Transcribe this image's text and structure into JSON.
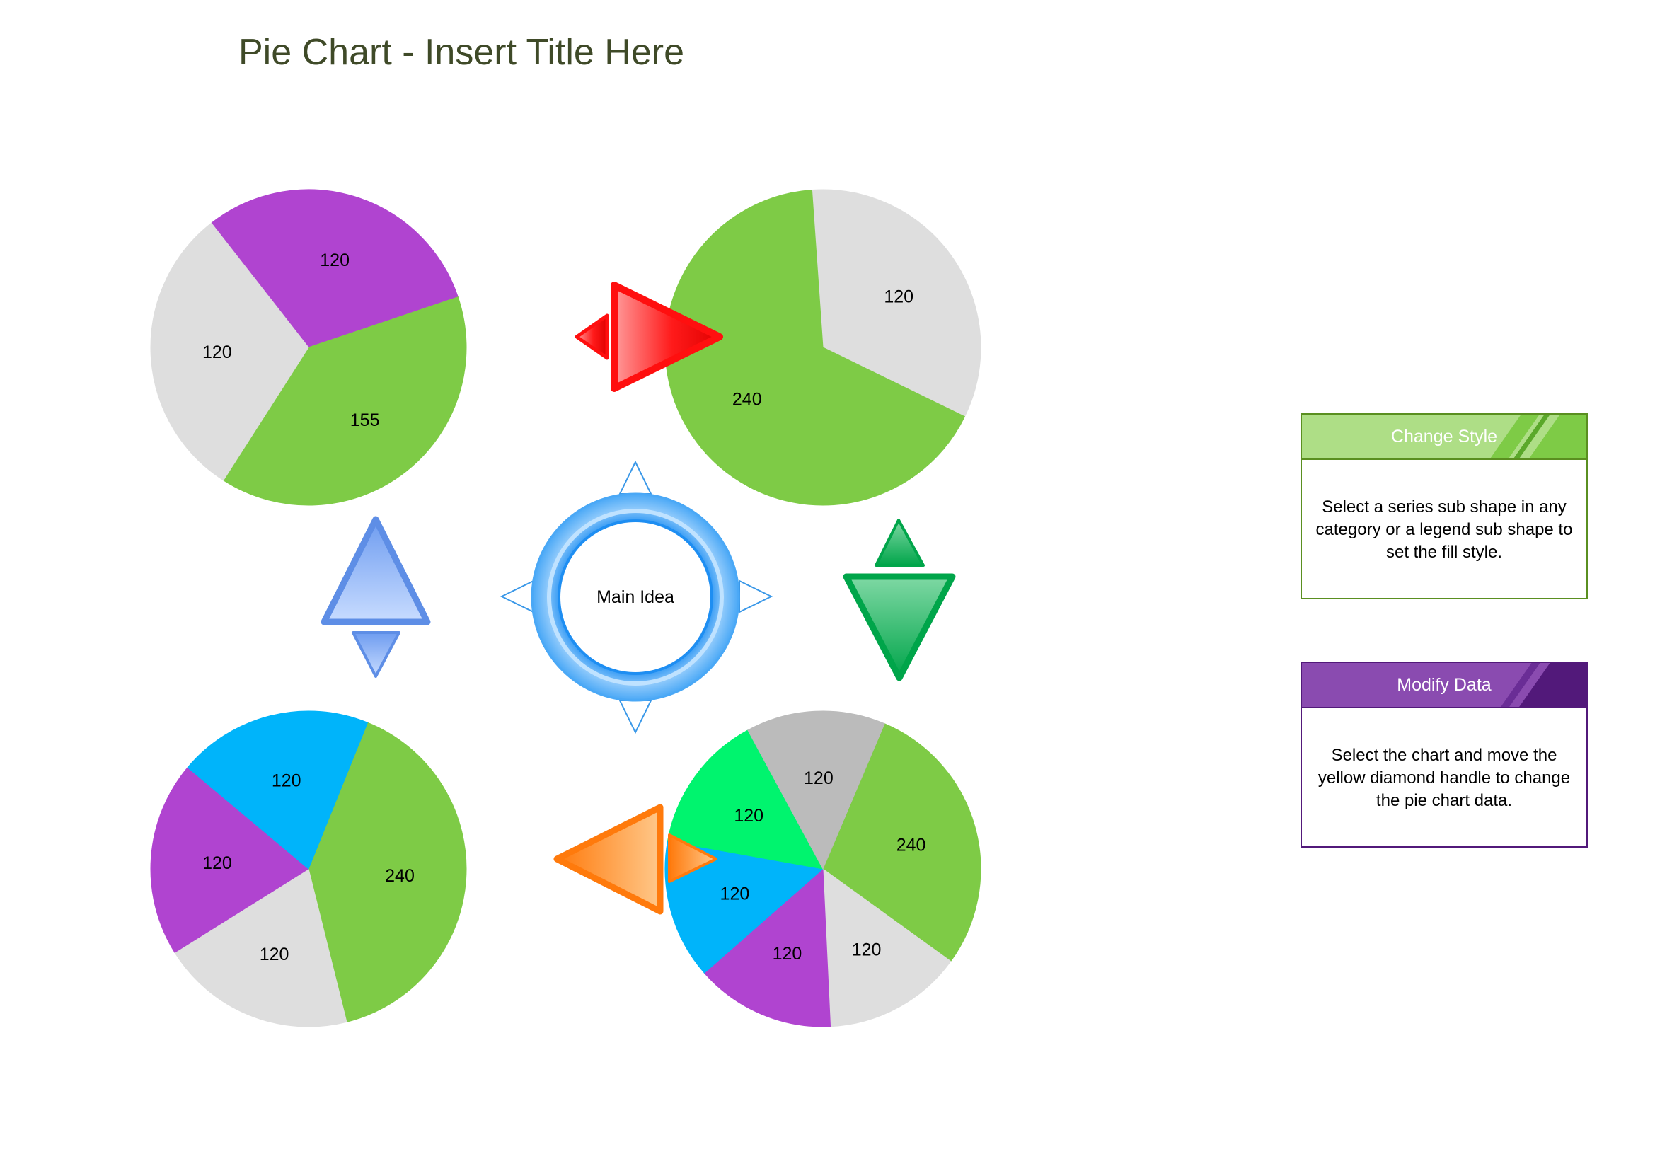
{
  "title": "Pie Chart - Insert Title Here",
  "center": {
    "label": "Main Idea"
  },
  "colors": {
    "purple": "#b044d0",
    "green": "#7ecb46",
    "gray": "#dedede",
    "dark_gray": "#bbbbbb",
    "blue": "#00b4fa",
    "mint": "#00f46e",
    "arrow_red": "#ff0f0f",
    "arrow_blue": "#5e8ee6",
    "arrow_green": "#00a54a",
    "arrow_orange": "#ff7a0c",
    "ring_blue": "#1e8ef2"
  },
  "cards": [
    {
      "header": "Change Style",
      "body": "Select a series sub shape in any category or a legend sub shape to set the fill style.",
      "header_color": "#aede86",
      "accent_color": "#7ecb46",
      "border_color": "#5a8f20"
    },
    {
      "header": "Modify Data",
      "body": "Select the chart and move the yellow diamond handle to change the pie chart data.",
      "header_color": "#8a4bb0",
      "accent_color": "#52197a",
      "border_color": "#52197a"
    }
  ],
  "chart_data": [
    {
      "type": "pie",
      "position": "top-left",
      "values": [
        120,
        155,
        120
      ],
      "labels": [
        "120",
        "155",
        "120"
      ],
      "colors": [
        "#b044d0",
        "#7ecb46",
        "#dedede"
      ]
    },
    {
      "type": "pie",
      "position": "top-right",
      "values": [
        120,
        240
      ],
      "labels": [
        "120",
        "240"
      ],
      "colors": [
        "#dedede",
        "#7ecb46"
      ]
    },
    {
      "type": "pie",
      "position": "bottom-left",
      "values": [
        240,
        120,
        120,
        120
      ],
      "labels": [
        "240",
        "120",
        "120",
        "120"
      ],
      "colors": [
        "#7ecb46",
        "#dedede",
        "#b044d0",
        "#00b4fa"
      ]
    },
    {
      "type": "pie",
      "position": "bottom-right",
      "values": [
        240,
        120,
        120,
        120,
        120,
        120
      ],
      "labels": [
        "240",
        "120",
        "120",
        "120",
        "120",
        "120"
      ],
      "colors": [
        "#7ecb46",
        "#dedede",
        "#b044d0",
        "#00b4fa",
        "#00f46e",
        "#bbbbbb"
      ]
    }
  ]
}
